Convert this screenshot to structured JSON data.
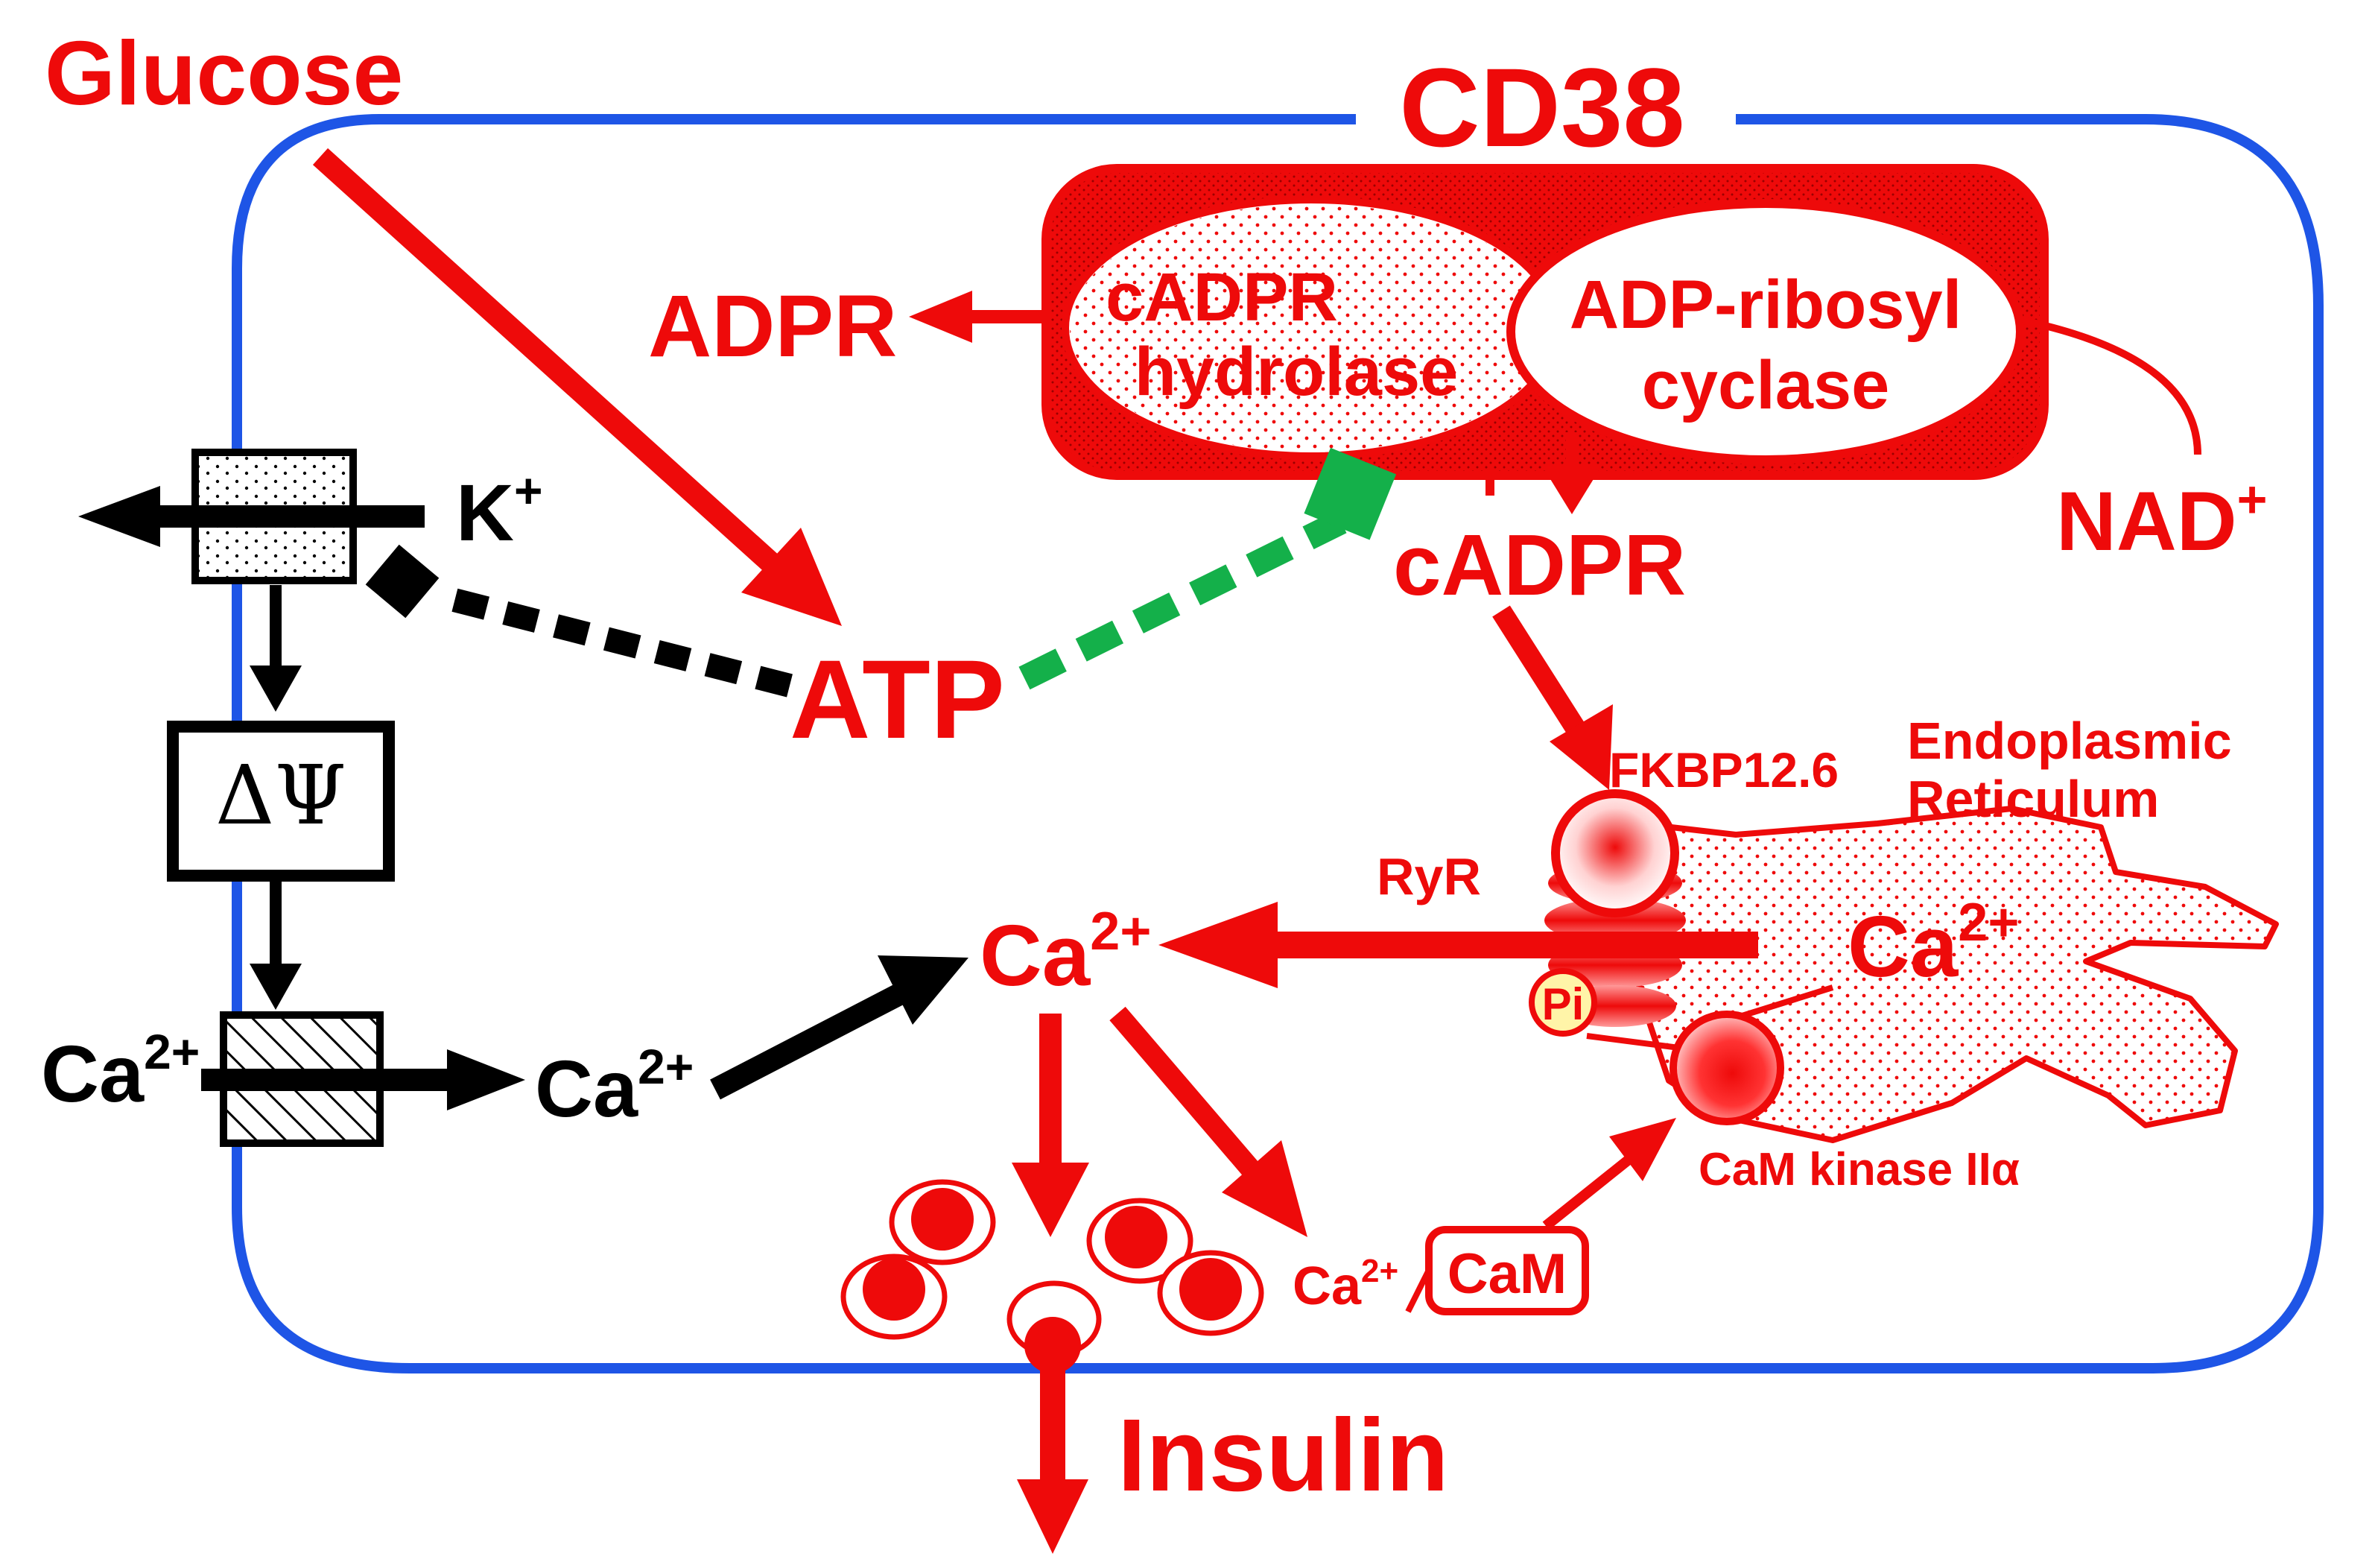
{
  "labels": {
    "glucose": "Glucose",
    "cd38": "CD38",
    "adpr": "ADPR",
    "hydrolase_line1": "cADPR",
    "hydrolase_line2": "hydrolase",
    "cyclase_line1": "ADP-ribosyl",
    "cyclase_line2": "cyclase",
    "nad": "NAD",
    "nad_sup": "+",
    "cadpr": "cADPR",
    "k": "K",
    "k_sup": "+",
    "atp": "ATP",
    "delta_psi": "ΔΨ",
    "ca": "Ca",
    "ca_sup": "2+",
    "fkbp": "FKBP12.6",
    "er_line1": "Endoplasmic",
    "er_line2": "Reticulum",
    "ryr": "RyR",
    "pi": "Pi",
    "camk": "CaM kinase IIα",
    "cam": "CaM",
    "insulin": "Insulin"
  },
  "colors": {
    "red": "#ee0a0a",
    "black": "#000000",
    "blue": "#1e55e6",
    "green": "#14b04a",
    "pi_fill": "#fff4a8"
  }
}
